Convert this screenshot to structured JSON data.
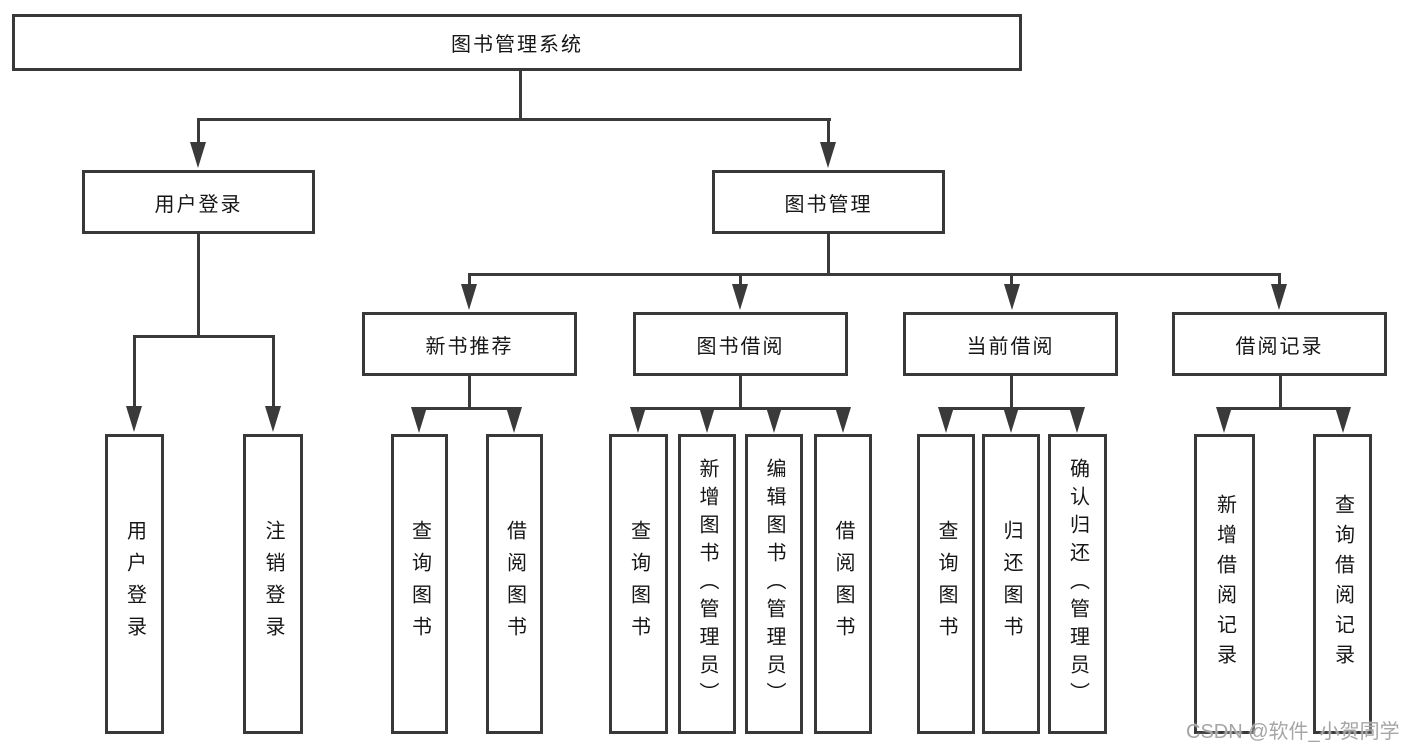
{
  "tree": {
    "root": "图书管理系统",
    "children": [
      {
        "label": "用户登录",
        "children": [
          "用户登录",
          "注销登录"
        ]
      },
      {
        "label": "图书管理",
        "children": [
          {
            "label": "新书推荐",
            "children": [
              "查询图书",
              "借阅图书"
            ]
          },
          {
            "label": "图书借阅",
            "children": [
              "查询图书",
              "新增图书（管理员）",
              "编辑图书（管理员）",
              "借阅图书"
            ]
          },
          {
            "label": "当前借阅",
            "children": [
              "查询图书",
              "归还图书",
              "确认归还（管理员）"
            ]
          },
          {
            "label": "借阅记录",
            "children": [
              "新增借阅记录",
              "查询借阅记录"
            ]
          }
        ]
      }
    ]
  },
  "watermark": {
    "text": "CSDN @软件_小贺同学"
  },
  "colors": {
    "line": "#3a3a3a",
    "box_border": "#383838",
    "text": "#161616",
    "watermark": "#a6a6a6",
    "background": "#ffffff"
  }
}
